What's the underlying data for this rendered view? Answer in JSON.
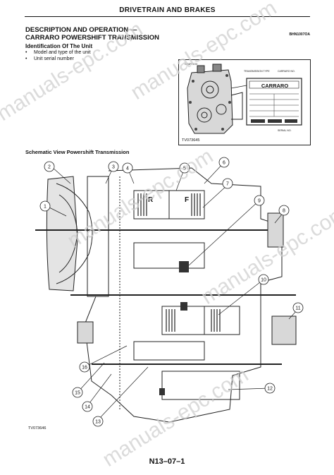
{
  "header": {
    "section": "DRIVETRAIN AND BRAKES"
  },
  "title": {
    "line1": "DESCRIPTION AND OPERATION —",
    "line2": "CARRARO POWERSHIFT TRANSMISSION",
    "ref_code": "BHN1007OA"
  },
  "identification": {
    "heading": "Identification Of The Unit",
    "items": [
      "Model and type of the unit",
      "Unit serial number"
    ]
  },
  "unit_figure": {
    "code": "TV073645",
    "plate_brand": "CARRARO",
    "callouts": [
      "GEAR BOX",
      "TRANSMISSION TYPE",
      "CARRARO NO.",
      "SERIAL NO."
    ]
  },
  "schematic": {
    "title": "Schematic View Powershift Transmission",
    "code": "TV073646",
    "labels": [
      "1",
      "2",
      "3",
      "4",
      "5",
      "6",
      "7",
      "8",
      "9",
      "10",
      "11",
      "12",
      "13",
      "14",
      "15",
      "16"
    ],
    "clutch_labels": [
      "R",
      "F"
    ]
  },
  "footer": {
    "page": "N13–07–1"
  },
  "watermark": {
    "text": "manuals-epc.com"
  }
}
